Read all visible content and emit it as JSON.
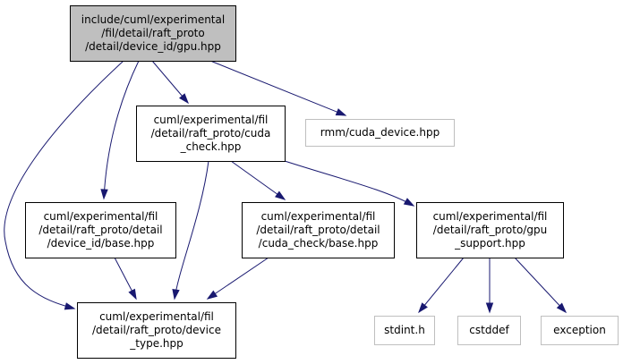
{
  "colors": {
    "edge": "#191970",
    "root_fill": "#bfbfbf",
    "node_fill": "#ffffff",
    "node_border": "#000000",
    "external_border": "#bfbfbf",
    "text": "#000000"
  },
  "nodes": {
    "gpu_hpp": {
      "lines": [
        "include/cuml/experimental",
        "/fil/detail/raft_proto",
        "/detail/device_id/gpu.hpp"
      ],
      "kind": "root"
    },
    "cuda_check_hpp": {
      "lines": [
        "cuml/experimental/fil",
        "/detail/raft_proto/cuda",
        "_check.hpp"
      ],
      "kind": "internal"
    },
    "rmm_cuda_device_hpp": {
      "lines": [
        "rmm/cuda_device.hpp"
      ],
      "kind": "external"
    },
    "device_id_base_hpp": {
      "lines": [
        "cuml/experimental/fil",
        "/detail/raft_proto/detail",
        "/device_id/base.hpp"
      ],
      "kind": "internal"
    },
    "cuda_check_base_hpp": {
      "lines": [
        "cuml/experimental/fil",
        "/detail/raft_proto/detail",
        "/cuda_check/base.hpp"
      ],
      "kind": "internal"
    },
    "gpu_support_hpp": {
      "lines": [
        "cuml/experimental/fil",
        "/detail/raft_proto/gpu",
        "_support.hpp"
      ],
      "kind": "internal"
    },
    "device_type_hpp": {
      "lines": [
        "cuml/experimental/fil",
        "/detail/raft_proto/device",
        "_type.hpp"
      ],
      "kind": "internal"
    },
    "stdint_h": {
      "lines": [
        "stdint.h"
      ],
      "kind": "external"
    },
    "cstddef": {
      "lines": [
        "cstddef"
      ],
      "kind": "external"
    },
    "exception": {
      "lines": [
        "exception"
      ],
      "kind": "external"
    }
  },
  "edges": [
    [
      "gpu_hpp",
      "cuda_check_hpp"
    ],
    [
      "gpu_hpp",
      "rmm_cuda_device_hpp"
    ],
    [
      "gpu_hpp",
      "device_id_base_hpp"
    ],
    [
      "gpu_hpp",
      "device_type_hpp"
    ],
    [
      "cuda_check_hpp",
      "cuda_check_base_hpp"
    ],
    [
      "cuda_check_hpp",
      "gpu_support_hpp"
    ],
    [
      "cuda_check_hpp",
      "device_type_hpp"
    ],
    [
      "device_id_base_hpp",
      "device_type_hpp"
    ],
    [
      "cuda_check_base_hpp",
      "device_type_hpp"
    ],
    [
      "gpu_support_hpp",
      "stdint_h"
    ],
    [
      "gpu_support_hpp",
      "cstddef"
    ],
    [
      "gpu_support_hpp",
      "exception"
    ]
  ]
}
